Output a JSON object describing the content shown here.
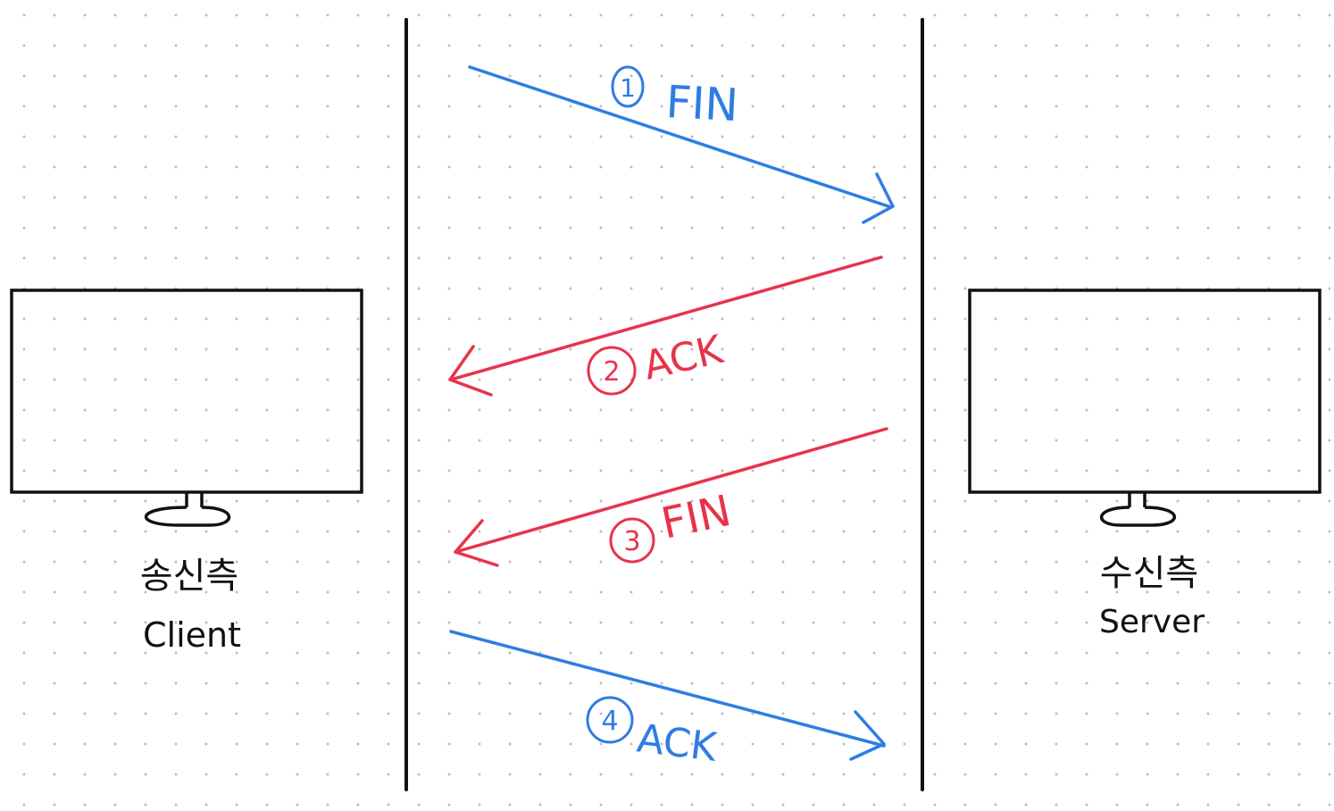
{
  "colors": {
    "blue": "#2f7de1",
    "red": "#e8334a",
    "ink": "#111111",
    "grid_dot": "#bdbdbd"
  },
  "client": {
    "korean_label": "송신측",
    "english_label": "Client"
  },
  "server": {
    "korean_label": "수신측",
    "english_label": "Server"
  },
  "messages": [
    {
      "step": "1",
      "label": "FIN",
      "direction": "client-to-server",
      "color": "blue"
    },
    {
      "step": "2",
      "label": "ACK",
      "direction": "server-to-client",
      "color": "red"
    },
    {
      "step": "3",
      "label": "FIN",
      "direction": "server-to-client",
      "color": "red"
    },
    {
      "step": "4",
      "label": "ACK",
      "direction": "client-to-server",
      "color": "blue"
    }
  ]
}
